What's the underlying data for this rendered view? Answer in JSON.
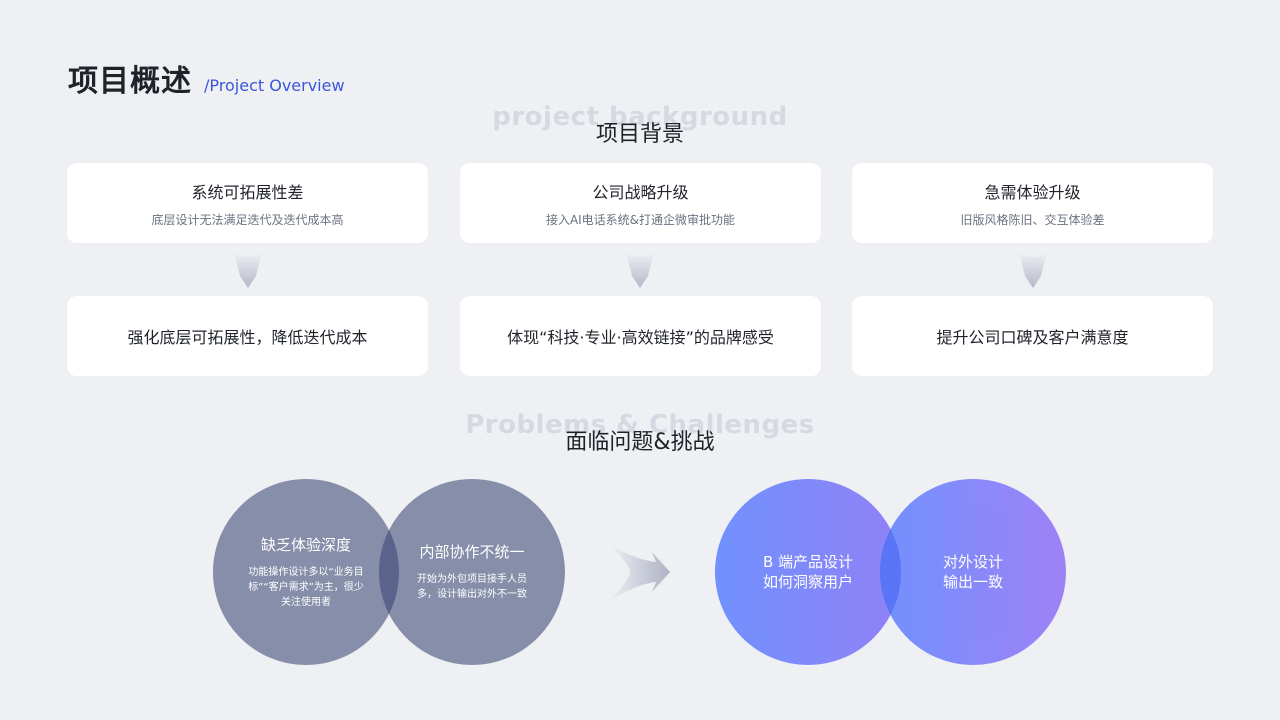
{
  "header": {
    "title": "项目概述",
    "subtitle": "/Project Overview"
  },
  "background_section": {
    "watermark": "project background",
    "title": "项目背景",
    "cards": [
      {
        "title": "系统可拓展性差",
        "desc": "底层设计无法满足迭代及迭代成本高",
        "result": "强化底层可拓展性，降低迭代成本"
      },
      {
        "title": "公司战略升级",
        "desc": "接入AI电话系统&打通企微审批功能",
        "result": "体现“科技·专业·高效链接”的品牌感受"
      },
      {
        "title": "急需体验升级",
        "desc": "旧版风格陈旧、交互体验差",
        "result": "提升公司口碑及客户满意度"
      }
    ]
  },
  "challenges_section": {
    "watermark": "Problems & Challenges",
    "title": "面临问题&挑战",
    "problems": [
      {
        "title": "缺乏体验深度",
        "desc": "功能操作设计多以“业务目标”“客户需求”为主，很少关注使用者"
      },
      {
        "title": "内部协作不统一",
        "desc": "开始为外包项目接手人员多，设计输出对外不一致"
      }
    ],
    "goals": [
      {
        "line1": "B 端产品设计",
        "line2": "如何洞察用户"
      },
      {
        "line1": "对外设计",
        "line2": "输出一致"
      }
    ]
  },
  "colors": {
    "accent": "#3b56d9",
    "background": "#eff0f4",
    "problem_circle": "#78809e",
    "goal_gradient_start": "#6a8cff",
    "goal_gradient_end": "#8b7cf6"
  },
  "icons": {
    "down_arrow": "chevron-down-arrow-icon",
    "right_arrow": "arrow-right-icon"
  }
}
